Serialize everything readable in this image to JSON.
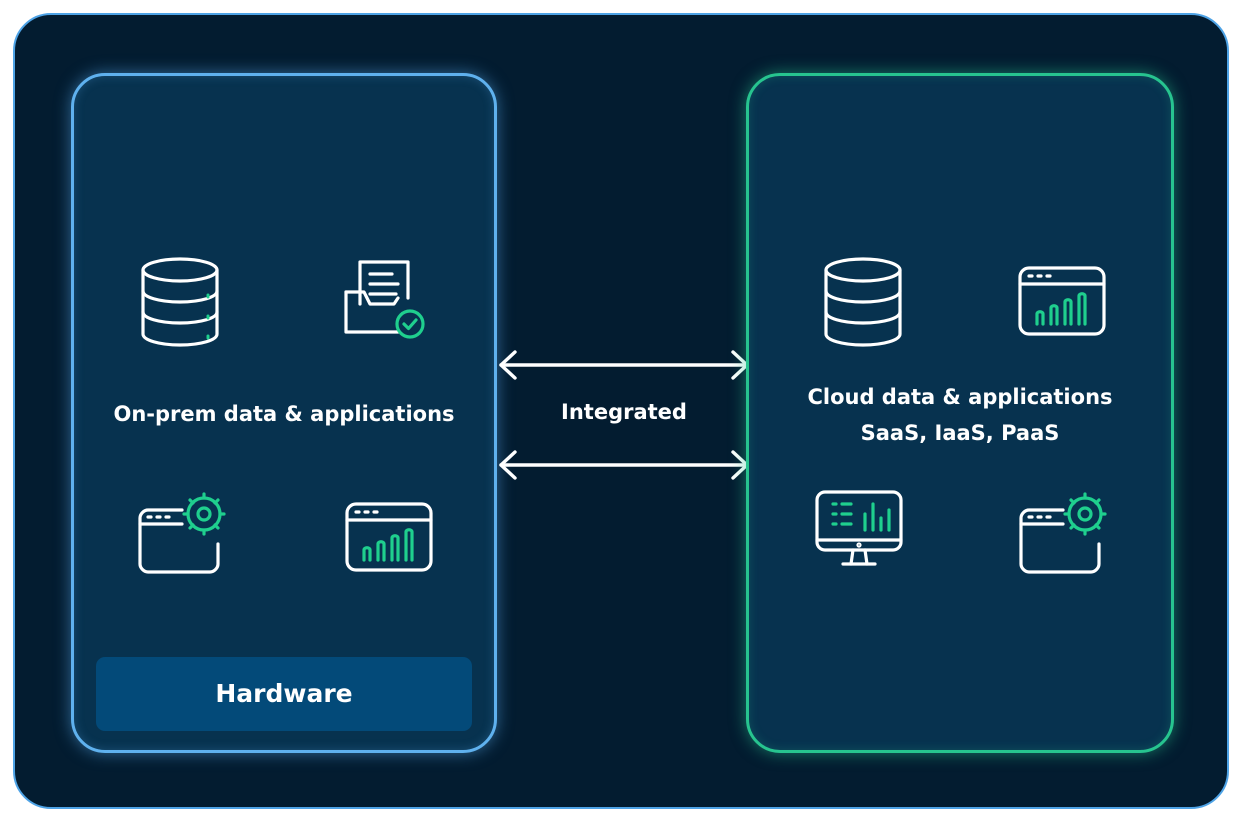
{
  "diagram": {
    "left_panel": {
      "title": "On-prem data & applications",
      "footer": "Hardware",
      "icons": [
        "database-icon",
        "document-tray-check-icon",
        "browser-gear-icon",
        "browser-chart-icon"
      ]
    },
    "center": {
      "label": "Integrated",
      "arrows": [
        "double-arrow-top",
        "double-arrow-bottom"
      ]
    },
    "right_panel": {
      "title_line1": "Cloud data & applications",
      "title_line2": "SaaS, IaaS, PaaS",
      "icons": [
        "database-icon",
        "browser-chart-icon",
        "monitor-dashboard-icon",
        "browser-gear-icon"
      ]
    },
    "colors": {
      "background": "#031c30",
      "panel_fill": "#07324f",
      "onprem_border": "#5fb1ee",
      "cloud_border": "#27c48f",
      "hardware_fill": "#034a79",
      "icon_accent": "#1fcf8e",
      "icon_line": "#ffffff"
    }
  }
}
